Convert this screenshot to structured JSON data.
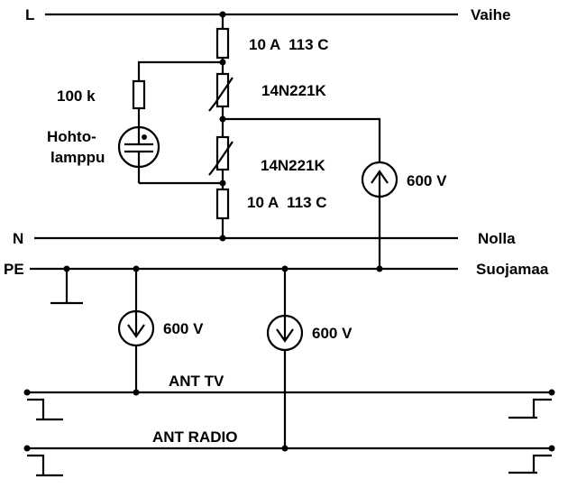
{
  "lines": {
    "L": "L",
    "vaihe": "Vaihe",
    "N": "N",
    "nolla": "Nolla",
    "PE": "PE",
    "suojamaa": "Suojamaa",
    "ant_tv": "ANT TV",
    "ant_radio": "ANT RADIO"
  },
  "components": {
    "fuse_top": "10 A  113 C",
    "varistor_top": "14N221K",
    "varistor_bottom": "14N221K",
    "fuse_bottom": "10 A  113 C",
    "resistor": "100 k",
    "lamp_line1": "Hohto-",
    "lamp_line2": "lamppu",
    "gdt_main": "600 V",
    "gdt_tv": "600 V",
    "gdt_radio": "600 V"
  }
}
